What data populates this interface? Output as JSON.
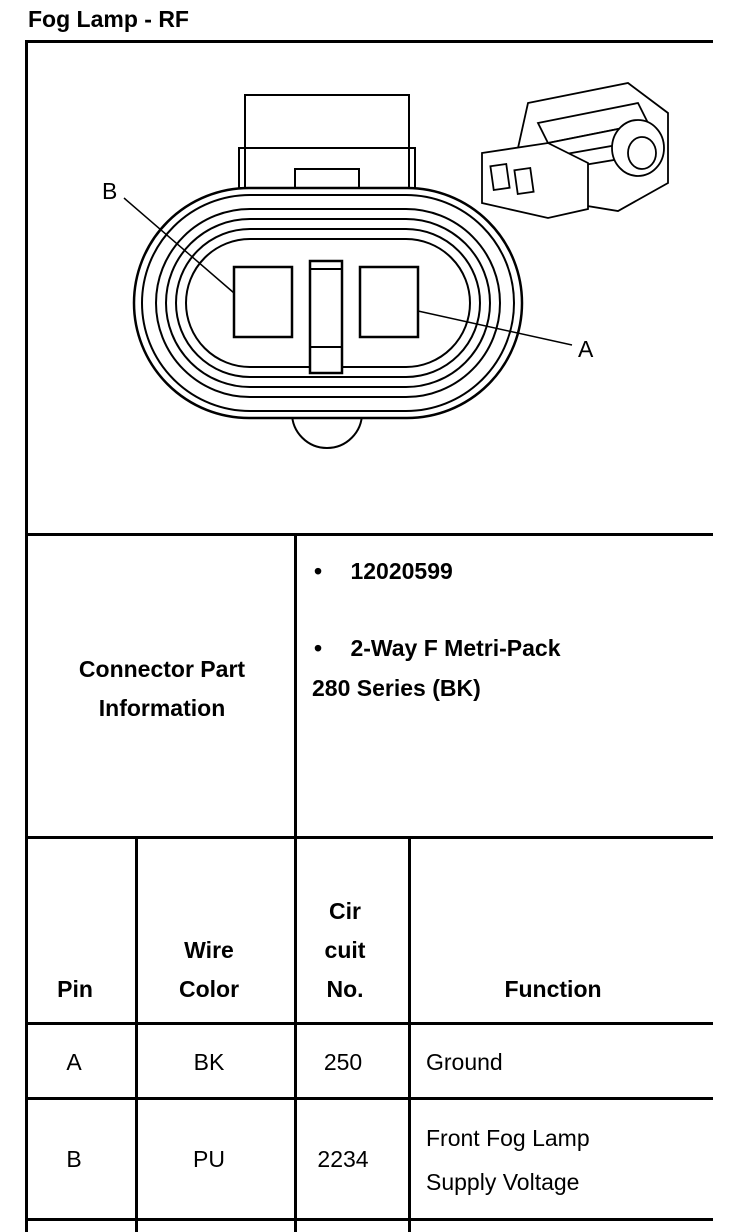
{
  "title": "Fog Lamp - RF",
  "diagram": {
    "label_b": "B",
    "label_a": "A"
  },
  "connector_info": {
    "label_line1": "Connector Part",
    "label_line2": "Information",
    "part_number": "12020599",
    "description_line1": "2-Way F Metri-Pack",
    "description_line2": "280 Series (BK)"
  },
  "table": {
    "headers": {
      "pin": "Pin",
      "wire_color_line1": "Wire",
      "wire_color_line2": "Color",
      "circuit_line1": "Cir",
      "circuit_line2": "cuit",
      "circuit_line3": "No.",
      "function": "Function"
    },
    "rows": [
      {
        "pin": "A",
        "wire_color": "BK",
        "circuit": "250",
        "function_line1": "Ground",
        "function_line2": ""
      },
      {
        "pin": "B",
        "wire_color": "PU",
        "circuit": "2234",
        "function_line1": "Front Fog Lamp",
        "function_line2": "Supply Voltage"
      }
    ]
  }
}
